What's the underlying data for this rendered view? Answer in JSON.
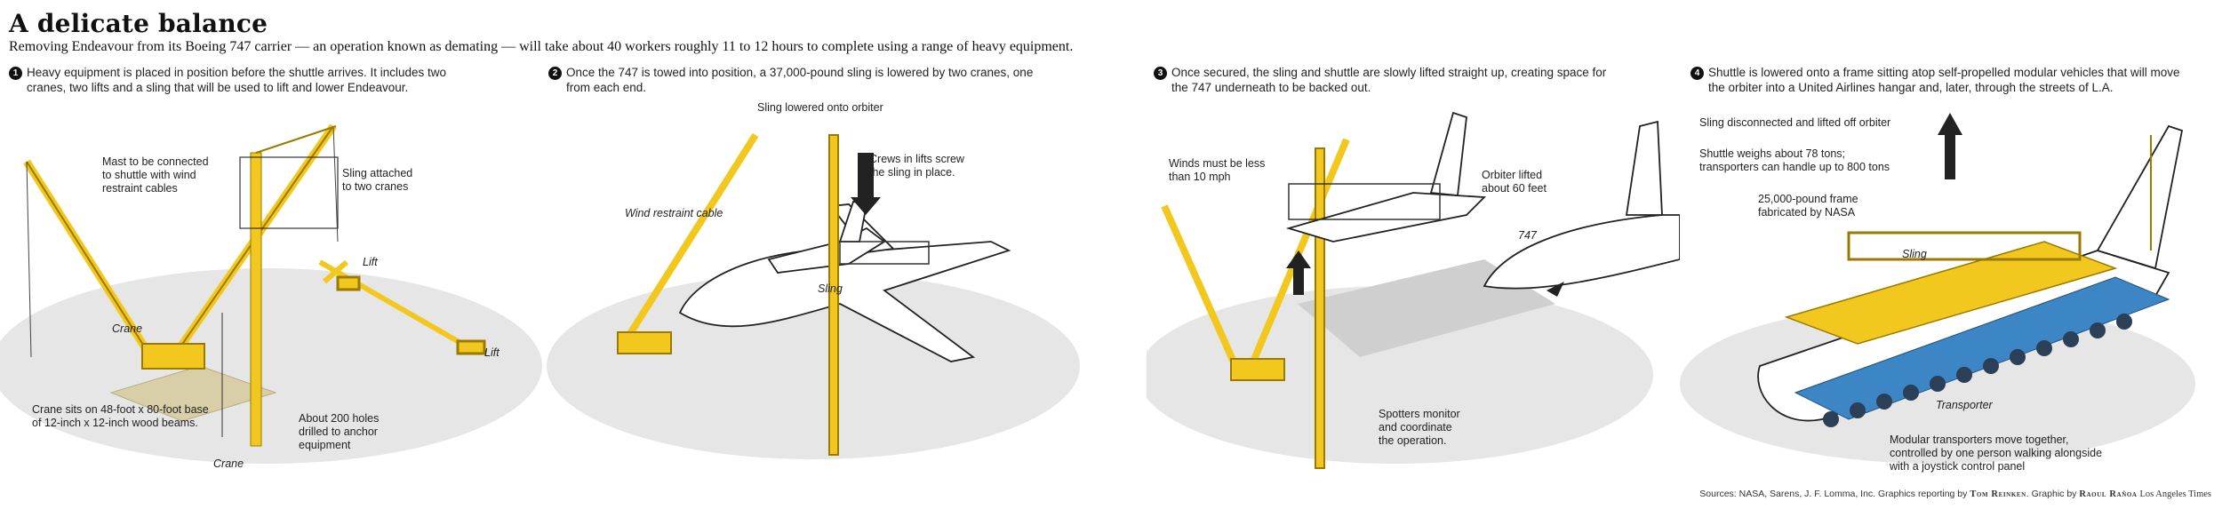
{
  "header": {
    "title": "A delicate balance",
    "subtitle": "Removing Endeavour from its Boeing 747 carrier — an operation known as demating — will take about 40 workers roughly 11 to 12 hours to complete using a range of heavy equipment."
  },
  "steps": [
    {
      "num": "1",
      "line1": "Heavy equipment is placed in position before the shuttle arrives. It includes two",
      "line2": "cranes, two lifts and a sling that will be used to lift and lower Endeavour."
    },
    {
      "num": "2",
      "line1": "Once the 747 is towed into position, a 37,000-pound sling is lowered by two cranes, one",
      "line2": "from each end."
    },
    {
      "num": "3",
      "line1": "Once secured, the sling and shuttle are slowly lifted straight up, creating space for",
      "line2": "the 747 underneath to be backed out."
    },
    {
      "num": "4",
      "line1": "Shuttle is lowered onto a frame sitting atop self-propelled modular vehicles that will move",
      "line2": "the orbiter into a United Airlines hangar and, later, through the streets of L.A."
    }
  ],
  "panel1": {
    "mast": "Mast to be connected\nto shuttle with wind\nrestraint cables",
    "sling": "Sling attached\nto two cranes",
    "lift_a": "Lift",
    "lift_b": "Lift",
    "crane_a": "Crane",
    "crane_b": "Crane",
    "base": "Crane sits on 48-foot x 80-foot base\nof 12-inch x 12-inch wood beams.",
    "holes": "About 200 holes\ndrilled to anchor\nequipment"
  },
  "panel2": {
    "sling_lowered": "Sling lowered onto orbiter",
    "crews": "Crews in lifts screw\nthe sling in place.",
    "wind_cable": "Wind restraint cable",
    "sling": "Sling"
  },
  "panel3": {
    "winds": "Winds must be less\nthan 10 mph",
    "orbiter_lifted": "Orbiter lifted\nabout 60 feet",
    "jet": "747",
    "spotters": "Spotters monitor\nand coordinate\nthe operation."
  },
  "panel4": {
    "sling_disconnected": "Sling disconnected and lifted off orbiter",
    "weighs": "Shuttle weighs about 78 tons;\ntransporters can handle up to 800 tons",
    "frame": "25,000-pound frame\nfabricated by NASA",
    "sling": "Sling",
    "transporter": "Transporter",
    "modular": "Modular transporters move together,\ncontrolled by one person walking alongside\nwith a joystick control panel"
  },
  "footer": {
    "sources": "Sources: NASA, Sarens, J. F. Lomma, Inc. Graphics reporting by",
    "reporter": "Tom Reinken",
    "graphic_by": ". Graphic by",
    "artist": "Raoul Rañoa",
    "outlet": "Los Angeles Times"
  },
  "colors": {
    "crane_yellow": "#f2c81e",
    "crane_outline": "#9a7a00",
    "transporter_blue": "#3c86c6",
    "ground_shadow": "#d9d9d9",
    "base_beige": "#d8cfa8"
  }
}
